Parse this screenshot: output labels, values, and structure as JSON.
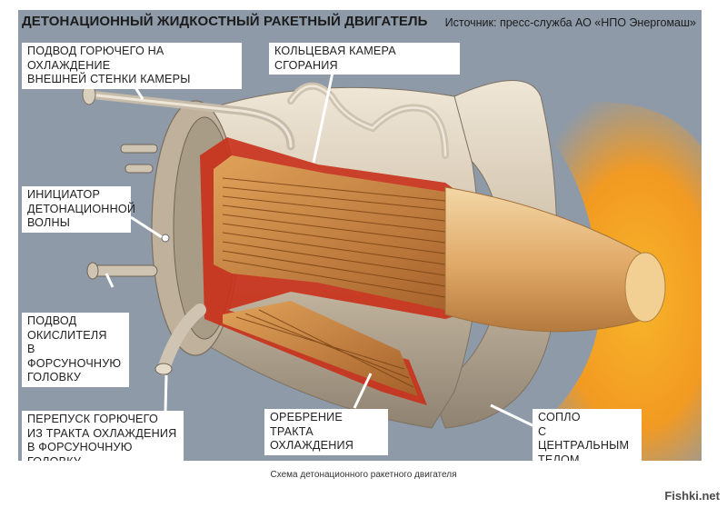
{
  "title": "ДЕТОНАЦИОННЫЙ ЖИДКОСТНЫЙ РАКЕТНЫЙ ДВИГАТЕЛЬ",
  "source": "Источник: пресс-служба АО «НПО Энергомаш»",
  "labels": {
    "fuel_cooling": "ПОДВОД ГОРЮЧЕГО НА ОХЛАЖДЕНИЕ\nВНЕШНЕЙ СТЕНКИ КАМЕРЫ",
    "annular_chamber": "КОЛЬЦЕВАЯ КАМЕРА СГОРАНИЯ",
    "initiator": "ИНИЦИАТОР\nДЕТОНАЦИОННОЙ\nВОЛНЫ",
    "oxidizer": "ПОДВОД\nОКИСЛИТЕЛЯ\nВ ФОРСУНОЧНУЮ\nГОЛОВКУ",
    "fuel_bypass": "ПЕРЕПУСК ГОРЮЧЕГО\nИЗ ТРАКТА  ОХЛАЖДЕНИЯ\nВ ФОРСУНОЧНУЮ ГОЛОВКУ",
    "ribbing": "ОРЕБРЕНИЕ ТРАКТА\nОХЛАЖДЕНИЯ",
    "nozzle": "СОПЛО\nС ЦЕНТРАЛЬНЫМ\nТЕЛОМ"
  },
  "caption": "Схема детонационного ракетного двигателя",
  "watermark": "Fishki.net",
  "colors": {
    "background": "#8e9aa8",
    "metal": "#d8cbb6",
    "copper": "#c9812f",
    "cut_red": "#c9301a",
    "flame": "#f4a020"
  }
}
